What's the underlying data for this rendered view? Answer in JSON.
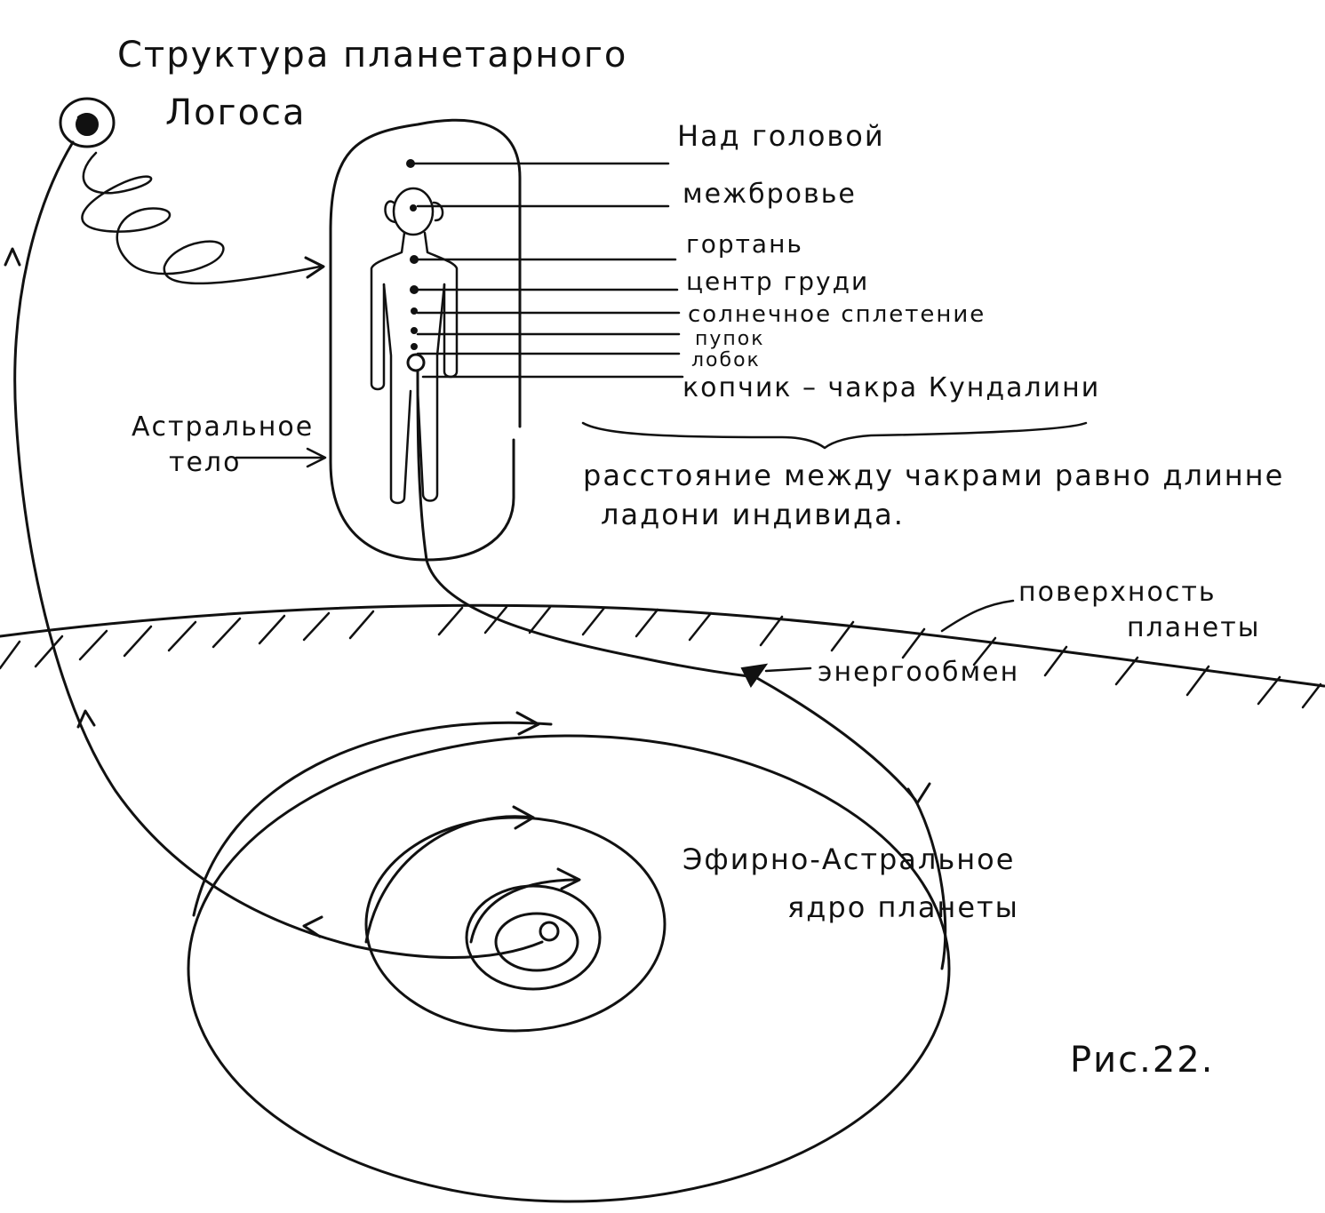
{
  "title": {
    "line1": "Структура планетарного",
    "line2": "Логоса"
  },
  "chakras": [
    "Над головой",
    "межбровье",
    "гортань",
    "центр груди",
    "солнечное сплетение",
    "пупок",
    "лобок",
    "копчик – чакра Кундалини"
  ],
  "note": {
    "line1": "расстояние между чакрами равно длинне",
    "line2": "ладони индивида."
  },
  "astral_body": {
    "line1": "Астральное",
    "line2": "тело"
  },
  "surface": {
    "line1": "поверхность",
    "line2": "планеты"
  },
  "energy_exchange": "энергообмен",
  "core": {
    "line1": "Эфирно-Астральное",
    "line2": "ядро планеты"
  },
  "figure_label": "Рис.22."
}
